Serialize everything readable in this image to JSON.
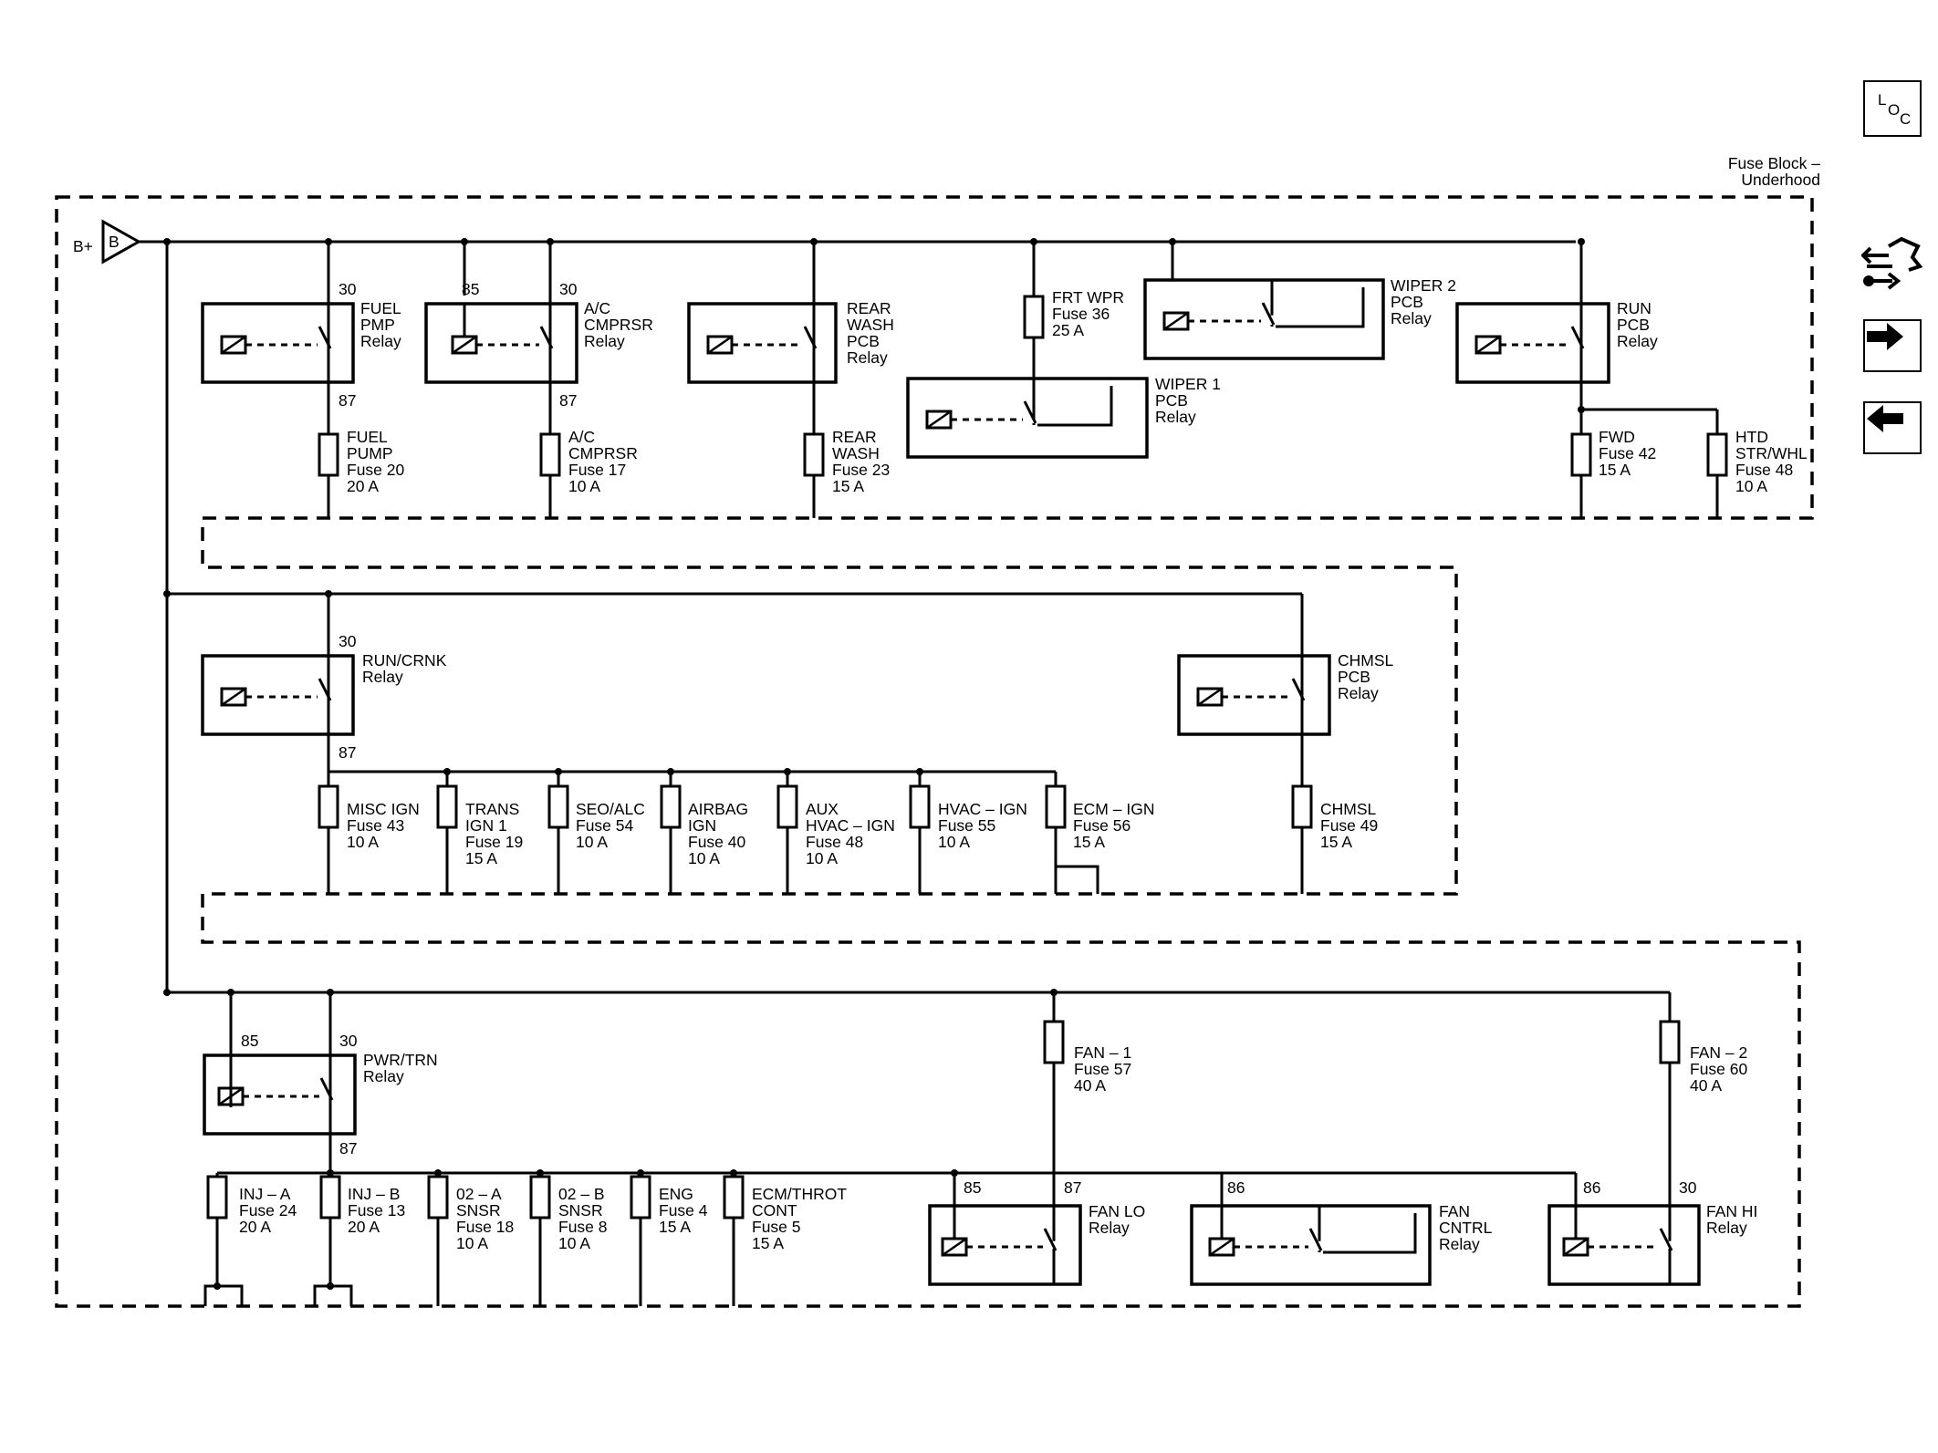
{
  "nav": {
    "loc_letters": [
      "L",
      "O",
      "C"
    ],
    "colors": {
      "line": "#000000",
      "background": "#ffffff"
    }
  },
  "block_title": [
    "Fuse Block –",
    "Underhood"
  ],
  "source": {
    "symbol": "B+",
    "label": "B"
  },
  "relays": [
    {
      "id": "fuel-pmp",
      "lines": [
        "FUEL",
        "PMP",
        "Relay"
      ],
      "pins": [
        "30",
        "87"
      ]
    },
    {
      "id": "ac-cmprsr",
      "lines": [
        "A/C",
        "CMPRSR",
        "Relay"
      ],
      "pins": [
        "85",
        "30",
        "87"
      ]
    },
    {
      "id": "rear-wash",
      "lines": [
        "REAR",
        "WASH",
        "PCB",
        "Relay"
      ],
      "pins": []
    },
    {
      "id": "wiper-1",
      "lines": [
        "WIPER 1",
        "PCB",
        "Relay"
      ],
      "pins": []
    },
    {
      "id": "wiper-2",
      "lines": [
        "WIPER 2",
        "PCB",
        "Relay"
      ],
      "pins": []
    },
    {
      "id": "run-pcb",
      "lines": [
        "RUN",
        "PCB",
        "Relay"
      ],
      "pins": []
    },
    {
      "id": "run-crnk",
      "lines": [
        "RUN/CRNK",
        "Relay"
      ],
      "pins": [
        "30",
        "87"
      ]
    },
    {
      "id": "chmsl",
      "lines": [
        "CHMSL",
        "PCB",
        "Relay"
      ],
      "pins": []
    },
    {
      "id": "pwr-trn",
      "lines": [
        "PWR/TRN",
        "Relay"
      ],
      "pins": [
        "85",
        "30",
        "87"
      ]
    },
    {
      "id": "fan-lo",
      "lines": [
        "FAN LO",
        "Relay"
      ],
      "pins": [
        "85",
        "87"
      ]
    },
    {
      "id": "fan-cntrl",
      "lines": [
        "FAN",
        "CNTRL",
        "Relay"
      ],
      "pins": [
        "86"
      ]
    },
    {
      "id": "fan-hi",
      "lines": [
        "FAN HI",
        "Relay"
      ],
      "pins": [
        "86",
        "30"
      ]
    }
  ],
  "fuses": [
    {
      "id": "fuse-20",
      "lines": [
        "FUEL",
        "PUMP",
        "Fuse 20",
        "20 A"
      ]
    },
    {
      "id": "fuse-17",
      "lines": [
        "A/C",
        "CMPRSR",
        "Fuse 17",
        "10 A"
      ]
    },
    {
      "id": "fuse-23",
      "lines": [
        "REAR",
        "WASH",
        "Fuse 23",
        "15 A"
      ]
    },
    {
      "id": "fuse-36",
      "lines": [
        "FRT WPR",
        "Fuse 36",
        "25 A"
      ]
    },
    {
      "id": "fuse-42",
      "lines": [
        "FWD",
        "Fuse 42",
        "15 A"
      ]
    },
    {
      "id": "fuse-48-htd",
      "lines": [
        "HTD",
        "STR/WHL",
        "Fuse 48",
        "10 A"
      ]
    },
    {
      "id": "fuse-43",
      "lines": [
        "MISC IGN",
        "Fuse 43",
        "10 A"
      ]
    },
    {
      "id": "fuse-19",
      "lines": [
        "TRANS",
        "IGN 1",
        "Fuse 19",
        "15 A"
      ]
    },
    {
      "id": "fuse-54",
      "lines": [
        "SEO/ALC",
        "Fuse 54",
        "10 A"
      ]
    },
    {
      "id": "fuse-40",
      "lines": [
        "AIRBAG",
        "IGN",
        "Fuse 40",
        "10 A"
      ]
    },
    {
      "id": "fuse-48-aux",
      "lines": [
        "AUX",
        "HVAC – IGN",
        "Fuse 48",
        "10 A"
      ]
    },
    {
      "id": "fuse-55",
      "lines": [
        "HVAC – IGN",
        "Fuse 55",
        "10 A"
      ]
    },
    {
      "id": "fuse-56",
      "lines": [
        "ECM – IGN",
        "Fuse 56",
        "15 A"
      ]
    },
    {
      "id": "fuse-49",
      "lines": [
        "CHMSL",
        "Fuse 49",
        "15 A"
      ]
    },
    {
      "id": "fuse-57",
      "lines": [
        "FAN – 1",
        "Fuse 57",
        "40 A"
      ]
    },
    {
      "id": "fuse-60",
      "lines": [
        "FAN – 2",
        "Fuse 60",
        "40 A"
      ]
    },
    {
      "id": "fuse-24",
      "lines": [
        "INJ – A",
        "Fuse 24",
        "20 A"
      ]
    },
    {
      "id": "fuse-13",
      "lines": [
        "INJ – B",
        "Fuse 13",
        "20 A"
      ]
    },
    {
      "id": "fuse-18",
      "lines": [
        "02 – A",
        "SNSR",
        "Fuse 18",
        "10 A"
      ]
    },
    {
      "id": "fuse-8",
      "lines": [
        "02 – B",
        "SNSR",
        "Fuse 8",
        "10 A"
      ]
    },
    {
      "id": "fuse-4",
      "lines": [
        "ENG",
        "Fuse 4",
        "15 A"
      ]
    },
    {
      "id": "fuse-5",
      "lines": [
        "ECM/THROT",
        "CONT",
        "Fuse 5",
        "15 A"
      ]
    }
  ]
}
